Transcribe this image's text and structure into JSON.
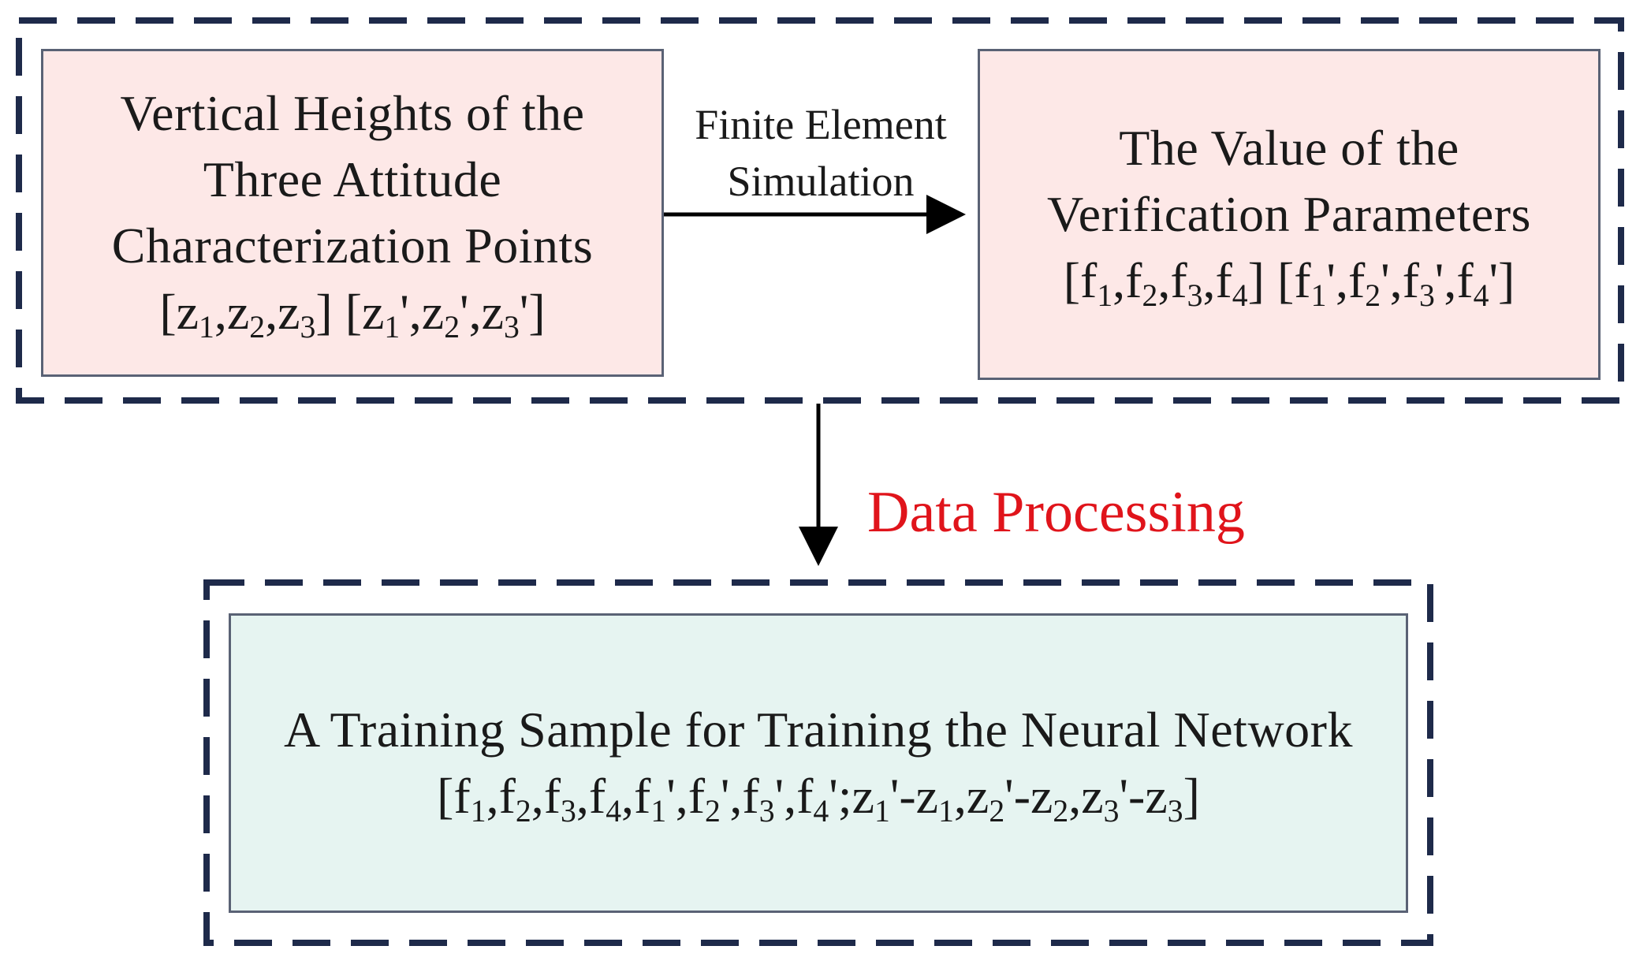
{
  "diagram": {
    "top_left_box": {
      "lines": [
        "Vertical Heights of the",
        "Three Attitude",
        "Characterization Points"
      ]
    },
    "top_right_box": {
      "lines": [
        "The Value of the",
        "Verification Parameters"
      ]
    },
    "bottom_box": {
      "lines": [
        "A Training Sample for Training the Neural Network"
      ]
    },
    "horizontal_arrow_label": [
      "Finite Element",
      "Simulation"
    ],
    "vertical_arrow_label": "Data Processing",
    "colors": {
      "frame_dash": "#1e2a4a",
      "box_border": "#5a6275",
      "pink_fill": "#fde8e7",
      "cyan_fill": "#e6f4f1",
      "red_label": "#e0141b",
      "arrow": "#000000"
    }
  }
}
